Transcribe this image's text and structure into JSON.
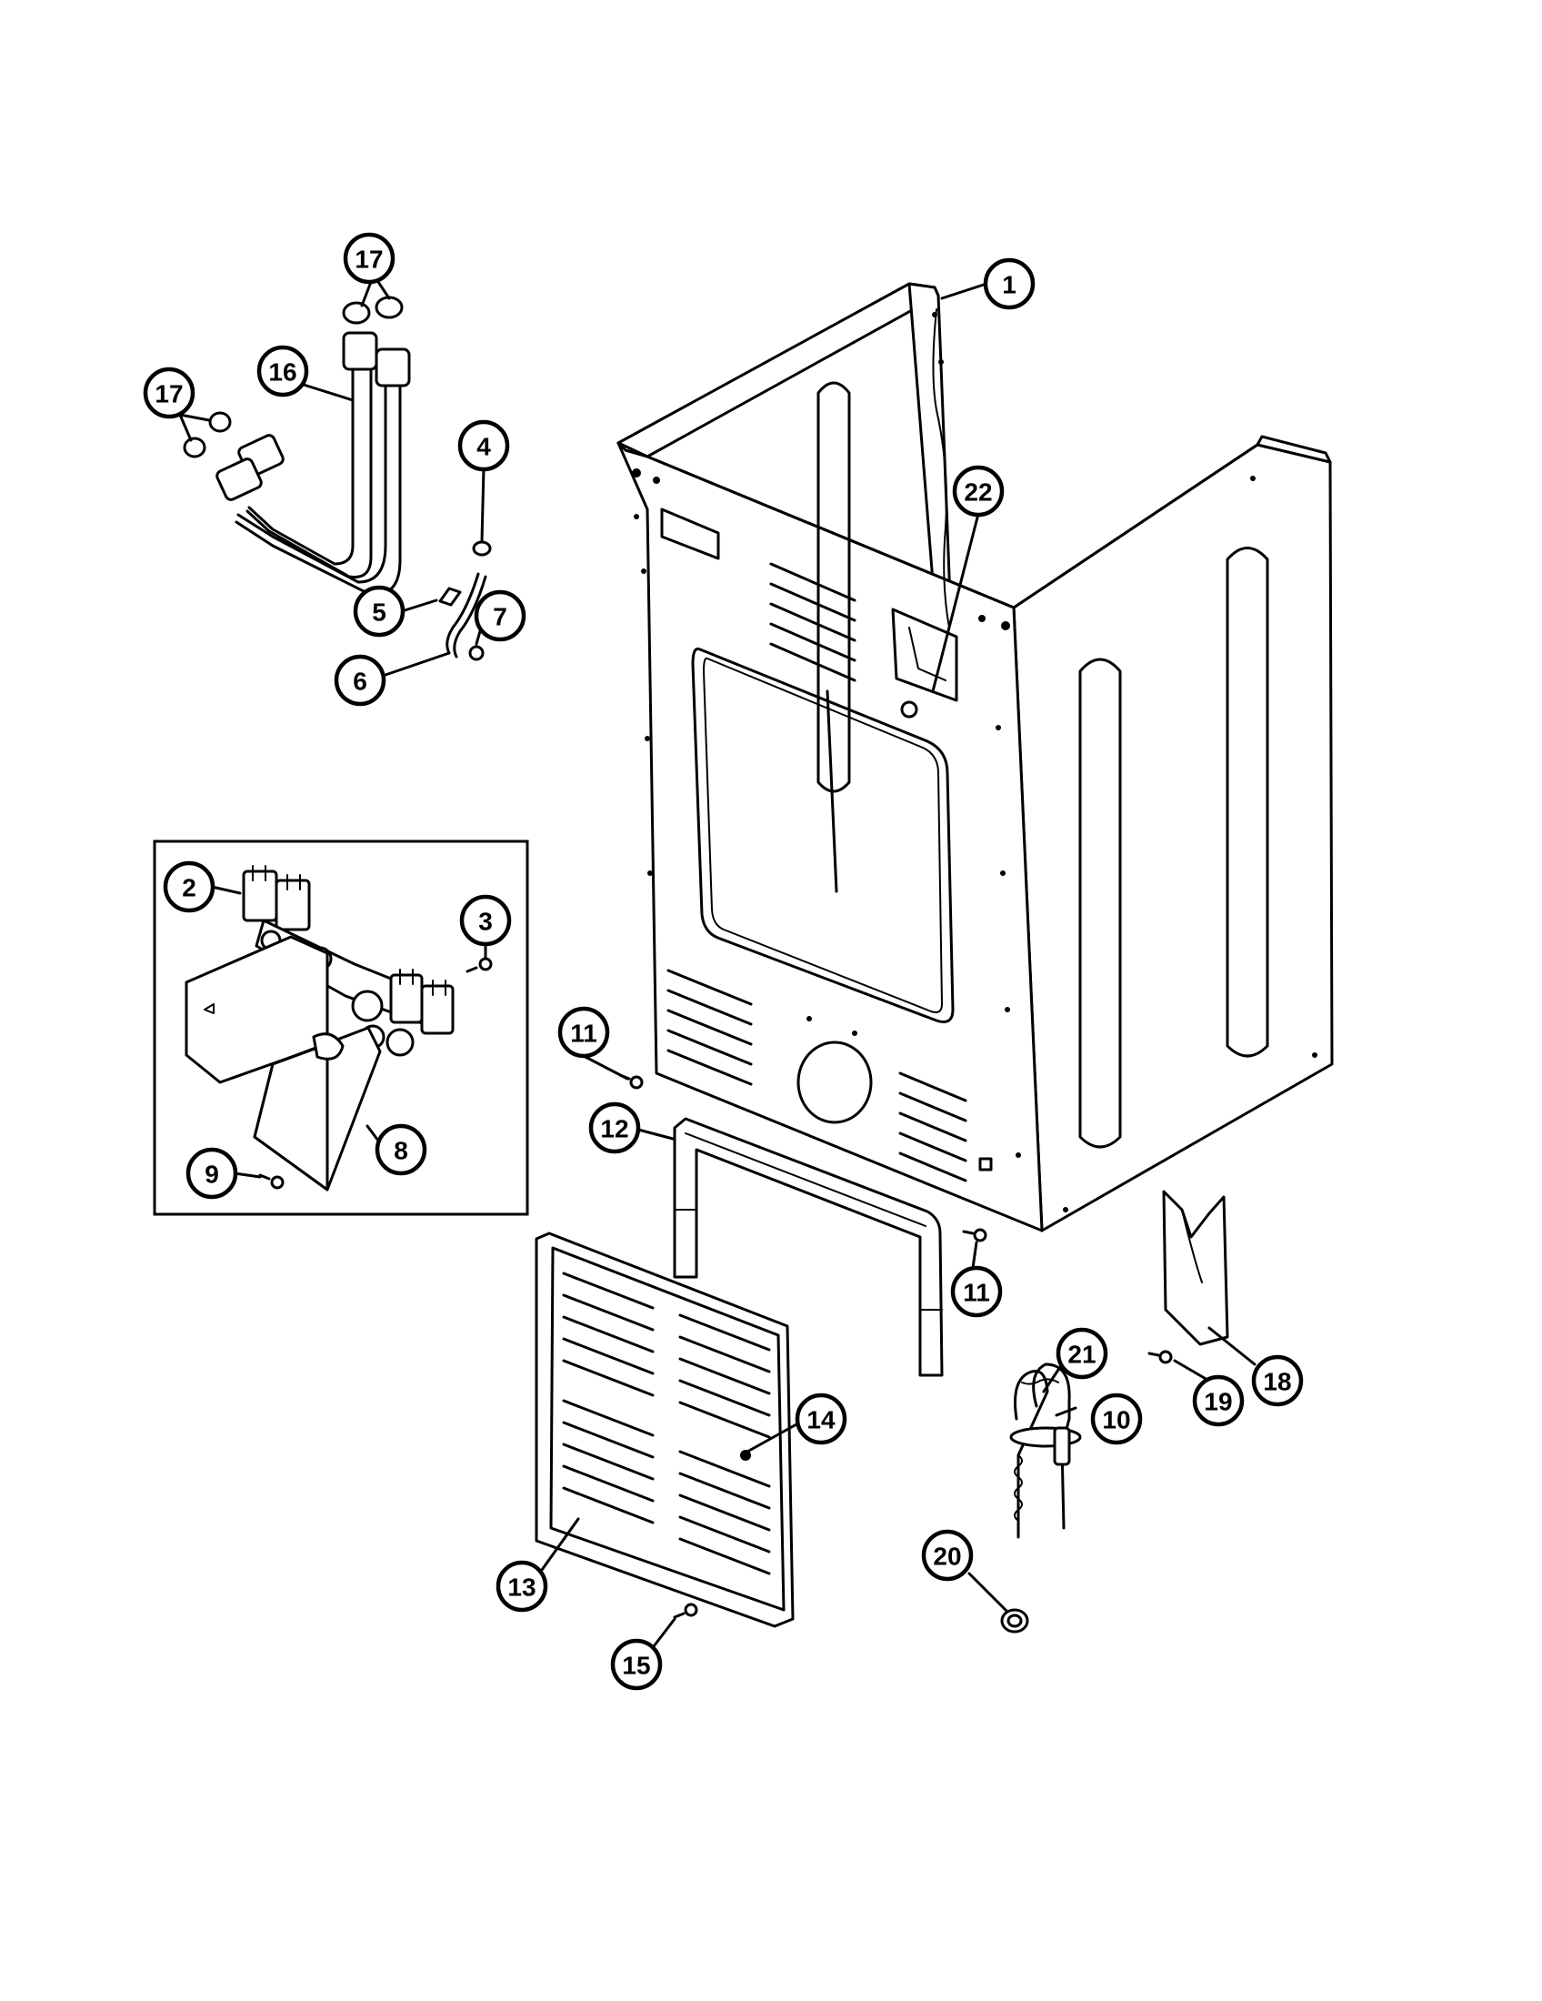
{
  "callouts": [
    {
      "id": "c1",
      "label": "1"
    },
    {
      "id": "c2",
      "label": "2"
    },
    {
      "id": "c3",
      "label": "3"
    },
    {
      "id": "c4",
      "label": "4"
    },
    {
      "id": "c5",
      "label": "5"
    },
    {
      "id": "c6",
      "label": "6"
    },
    {
      "id": "c7",
      "label": "7"
    },
    {
      "id": "c8",
      "label": "8"
    },
    {
      "id": "c9",
      "label": "9"
    },
    {
      "id": "c10",
      "label": "10"
    },
    {
      "id": "c11a",
      "label": "11"
    },
    {
      "id": "c11b",
      "label": "11"
    },
    {
      "id": "c12",
      "label": "12"
    },
    {
      "id": "c13",
      "label": "13"
    },
    {
      "id": "c14",
      "label": "14"
    },
    {
      "id": "c15",
      "label": "15"
    },
    {
      "id": "c16",
      "label": "16"
    },
    {
      "id": "c17a",
      "label": "17"
    },
    {
      "id": "c17b",
      "label": "17"
    },
    {
      "id": "c18",
      "label": "18"
    },
    {
      "id": "c19",
      "label": "19"
    },
    {
      "id": "c20",
      "label": "20"
    },
    {
      "id": "c21",
      "label": "21"
    },
    {
      "id": "c22",
      "label": "22"
    }
  ]
}
